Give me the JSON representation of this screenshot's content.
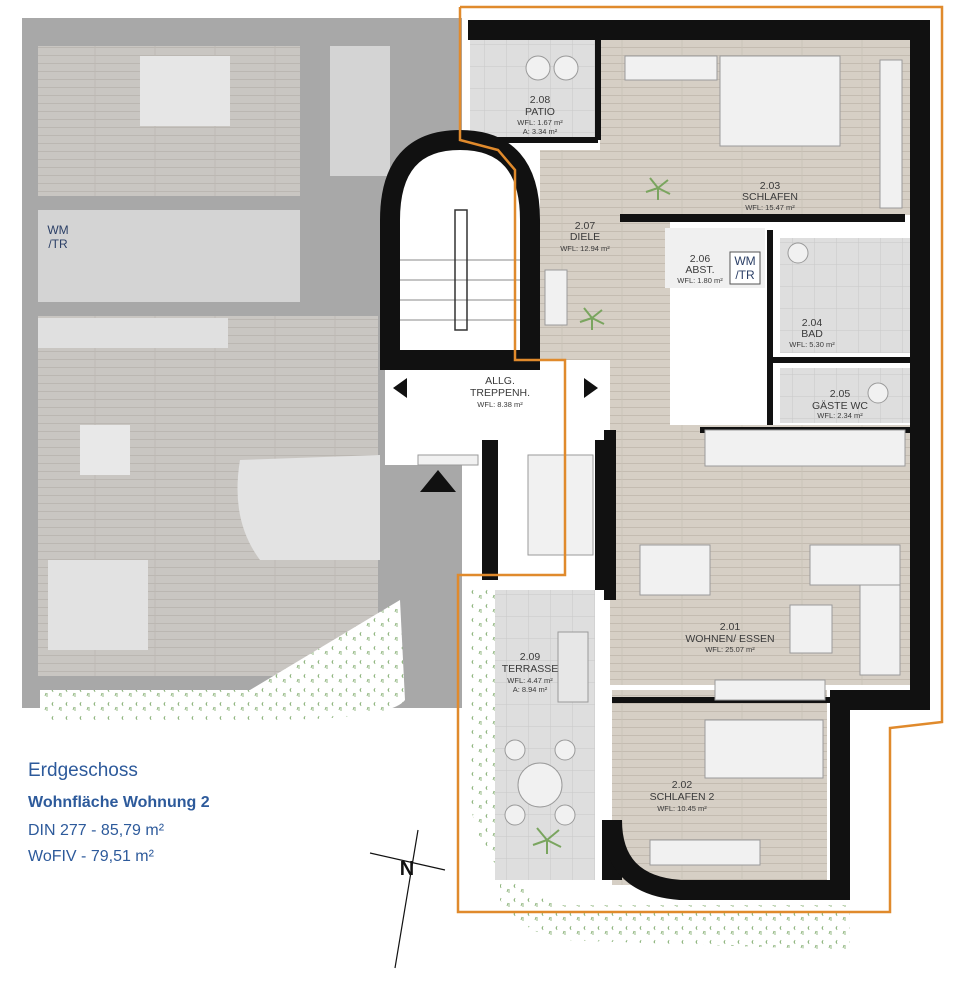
{
  "legend": {
    "title": "Erdgeschoss",
    "subtitle": "Wohnfläche Wohnung 2",
    "lines": [
      "DIN 277 - 85,79 m²",
      "WoFIV - 79,51 m²"
    ]
  },
  "north": {
    "label": "N"
  },
  "appliance_labels": {
    "washer_left": "WM\n/TR",
    "washer_right": "WM\n/TR"
  },
  "rooms": [
    {
      "id": "patio",
      "num": "2.08",
      "name": "PATIO",
      "area": "WFL: 1.67 m²",
      "area2": "A: 3.34 m²"
    },
    {
      "id": "schlafen",
      "num": "2.03",
      "name": "SCHLAFEN",
      "area": "WFL: 15.47 m²"
    },
    {
      "id": "diele",
      "num": "2.07",
      "name": "DIELE",
      "area": "WFL: 12.94 m²"
    },
    {
      "id": "abst",
      "num": "2.06",
      "name": "ABST.",
      "area": "WFL: 1.80 m²"
    },
    {
      "id": "bad",
      "num": "2.04",
      "name": "BAD",
      "area": "WFL: 5.30 m²"
    },
    {
      "id": "gaeste",
      "num": "2.05",
      "name": "GÄSTE WC",
      "area": "WFL: 2.34 m²"
    },
    {
      "id": "treppe",
      "num": "ALLG.",
      "name": "TREPPENH.",
      "area": "WFL: 8.38 m²"
    },
    {
      "id": "wohnen",
      "num": "2.01",
      "name": "WOHNEN/ ESSEN",
      "area": "WFL: 25.07 m²"
    },
    {
      "id": "terrasse",
      "num": "2.09",
      "name": "TERRASSE",
      "area": "WFL: 4.47 m²",
      "area2": "A: 8.94 m²"
    },
    {
      "id": "schlafen2",
      "num": "2.02",
      "name": "SCHLAFEN 2",
      "area": "WFL: 10.45 m²"
    }
  ],
  "colors": {
    "wall": "#111111",
    "floor_wood": "#d3ccc2",
    "floor_tile": "#dcdcdc",
    "neighbor_gray": "#a8a8a8",
    "neighbor_floor": "#c7c4c0",
    "outline_orange": "#e08a2c",
    "legend_blue": "#2d5a9b"
  }
}
